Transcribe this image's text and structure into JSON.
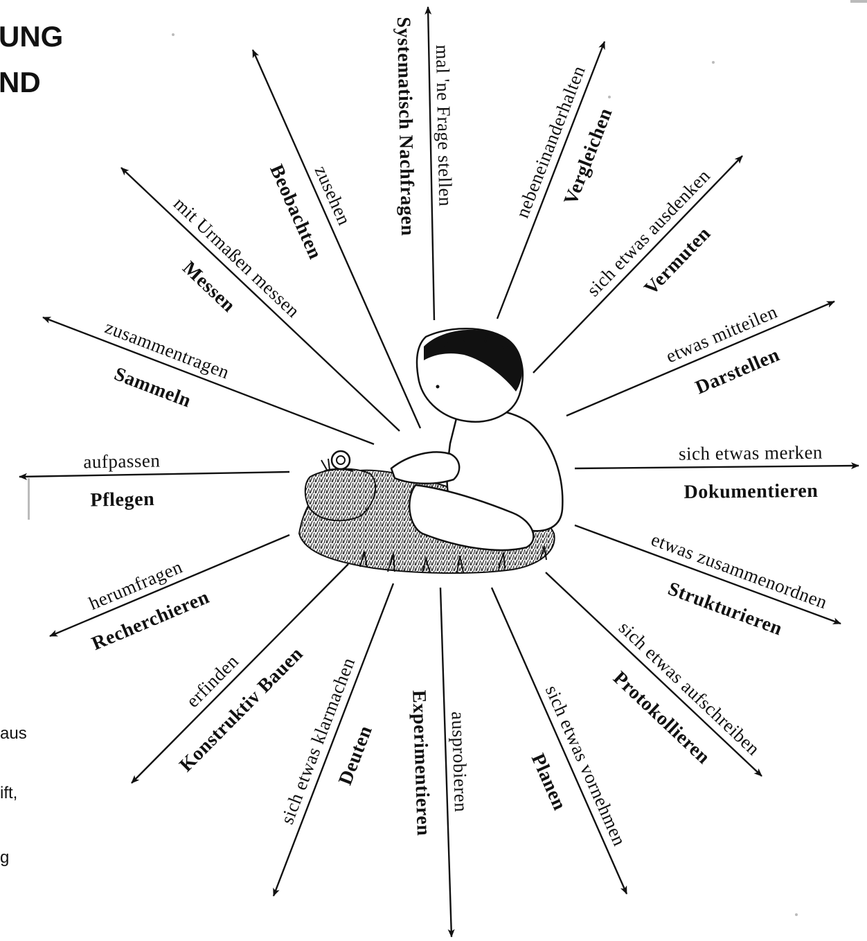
{
  "heading": [
    "UNG",
    "ND"
  ],
  "side_text": [
    "aus",
    "ift,",
    "g"
  ],
  "center_figure": "child-with-snail",
  "rays": [
    {
      "top": "mal 'ne Frage stellen",
      "bottom": "Systematisch Nachfragen"
    },
    {
      "top": "nebeneinanderhalten",
      "bottom": "Vergleichen"
    },
    {
      "top": "sich etwas ausdenken",
      "bottom": "Vermuten"
    },
    {
      "top": "etwas mitteilen",
      "bottom": "Darstellen"
    },
    {
      "top": "sich etwas merken",
      "bottom": "Dokumentieren"
    },
    {
      "top": "etwas zusammenordnen",
      "bottom": "Strukturieren"
    },
    {
      "top": "sich etwas aufschreiben",
      "bottom": "Protokollieren"
    },
    {
      "top": "sich etwas vornehmen",
      "bottom": "Planen"
    },
    {
      "top": "ausprobieren",
      "bottom": "Experimentieren"
    },
    {
      "top": "sich etwas klarmachen",
      "bottom": "Deuten"
    },
    {
      "top": "erfinden",
      "bottom": "Konstruktiv Bauen"
    },
    {
      "top": "herumfragen",
      "bottom": "Recherchieren"
    },
    {
      "top": "aufpassen",
      "bottom": "Pflegen"
    },
    {
      "top": "zusammentragen",
      "bottom": "Sammeln"
    },
    {
      "top": "mit Urmaßen messen",
      "bottom": "Messen"
    },
    {
      "top": "zusehen",
      "bottom": "Beobachten"
    }
  ]
}
